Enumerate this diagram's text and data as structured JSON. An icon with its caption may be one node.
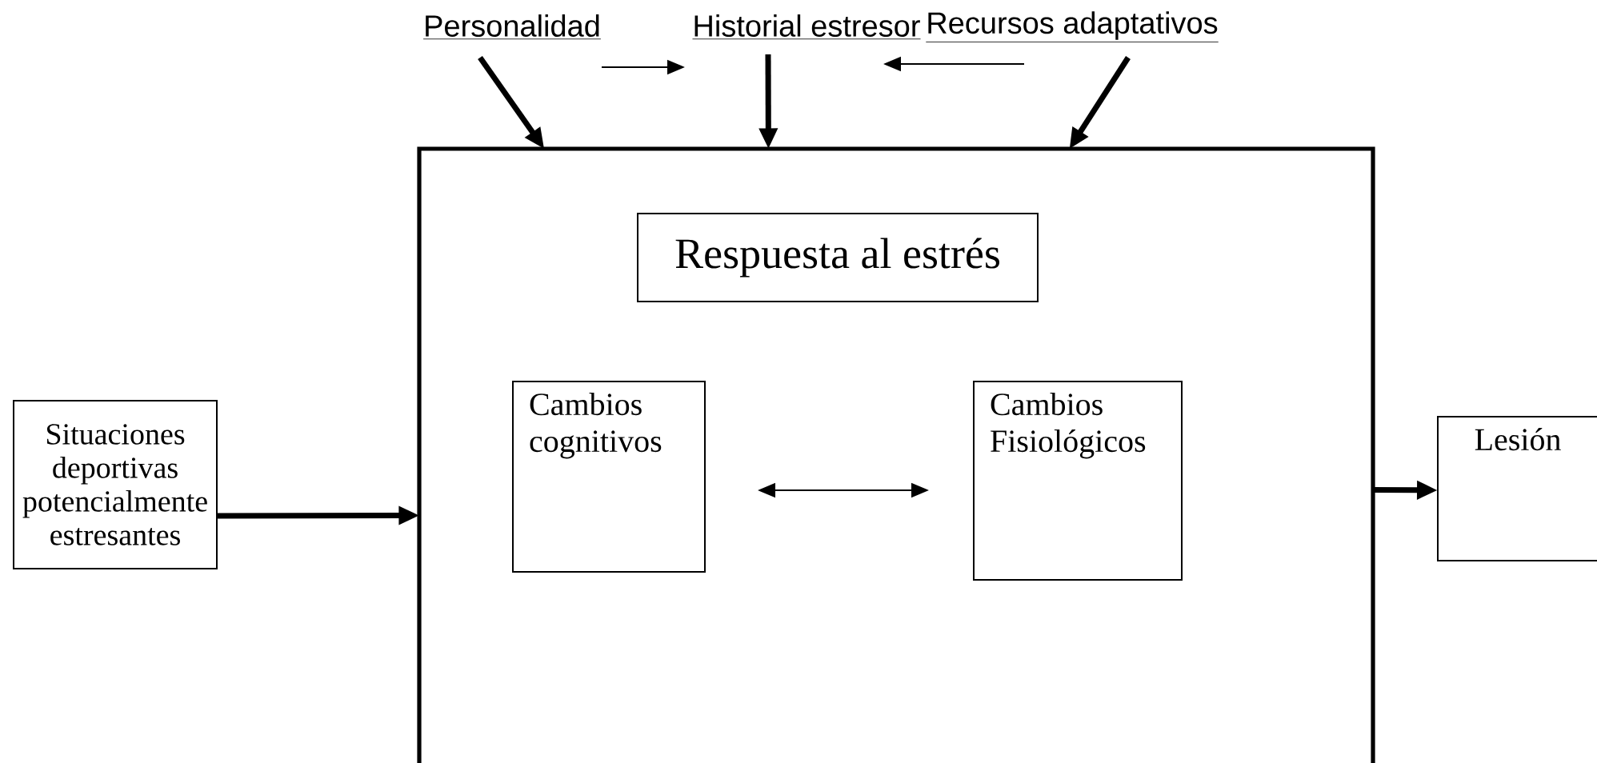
{
  "diagram": {
    "nodes": [
      {
        "text": [
          "Personalidad"
        ]
      },
      {
        "text": [
          "Historial estresor"
        ]
      },
      {
        "text": [
          "Recursos adaptativos"
        ]
      },
      {
        "text": [],
        "shape": "box"
      },
      {
        "text": [
          "Respuesta al estrés"
        ],
        "in": 3
      },
      {
        "text": [
          "Cambios cognitivos"
        ],
        "in": 3
      },
      {
        "text": [
          "Cambios Fisiológicos"
        ],
        "in": 3
      },
      {
        "text": [
          "Situaciones deportivas potencialmente estresantes"
        ]
      },
      {
        "text": [
          "Lesión"
        ]
      }
    ],
    "edges": [
      {
        "from": 0,
        "to": 3,
        "arrow": "to"
      },
      {
        "from": 0,
        "to": 1,
        "arrow": "to"
      },
      {
        "from": 1,
        "to": 3,
        "arrow": "to"
      },
      {
        "from": 2,
        "to": 1,
        "arrow": "to"
      },
      {
        "from": 2,
        "to": 3,
        "arrow": "to"
      },
      {
        "from": 5,
        "to": 6,
        "arrow": "both"
      },
      {
        "from": 7,
        "to": 3,
        "arrow": "to"
      },
      {
        "from": 3,
        "to": 8,
        "arrow": "to"
      }
    ]
  }
}
